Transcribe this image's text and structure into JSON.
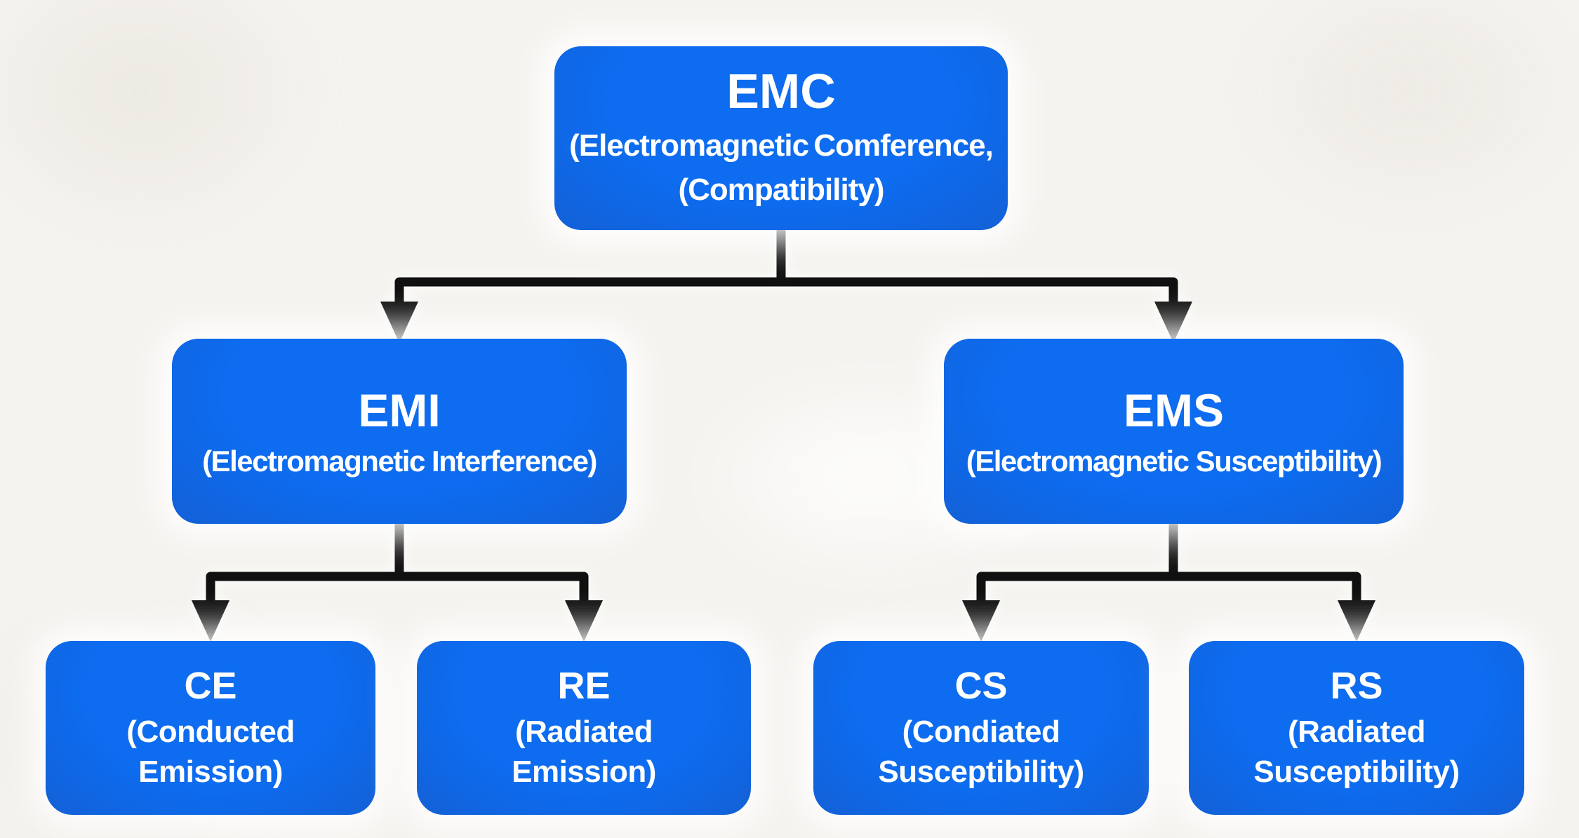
{
  "colors": {
    "background": "#f5f3ef",
    "node_fill": "#0d6cef",
    "node_fill_edge": "#1360d6",
    "node_text": "#ffffff",
    "connector": "#101010"
  },
  "nodes": {
    "emc": {
      "title": "EMC",
      "subtitle_lines": [
        "(Electromagnetic Comference,",
        "(Compatibility)"
      ]
    },
    "emi": {
      "title": "EMI",
      "subtitle_lines": [
        "(Electromagnetic Interference)"
      ]
    },
    "ems": {
      "title": "EMS",
      "subtitle_lines": [
        "(Electromagnetic Susceptibility)"
      ]
    },
    "ce": {
      "title": "CE",
      "subtitle_lines": [
        "(Conducted",
        "Emission)"
      ]
    },
    "re": {
      "title": "RE",
      "subtitle_lines": [
        "(Radiated",
        "Emission)"
      ]
    },
    "cs": {
      "title": "CS",
      "subtitle_lines": [
        "(Condiated",
        "Susceptibility)"
      ]
    },
    "rs": {
      "title": "RS",
      "subtitle_lines": [
        "(Radiated",
        "Susceptibility)"
      ]
    }
  },
  "hierarchy": {
    "root": "emc",
    "children": {
      "emc": [
        "emi",
        "ems"
      ],
      "emi": [
        "ce",
        "re"
      ],
      "ems": [
        "cs",
        "rs"
      ]
    }
  }
}
